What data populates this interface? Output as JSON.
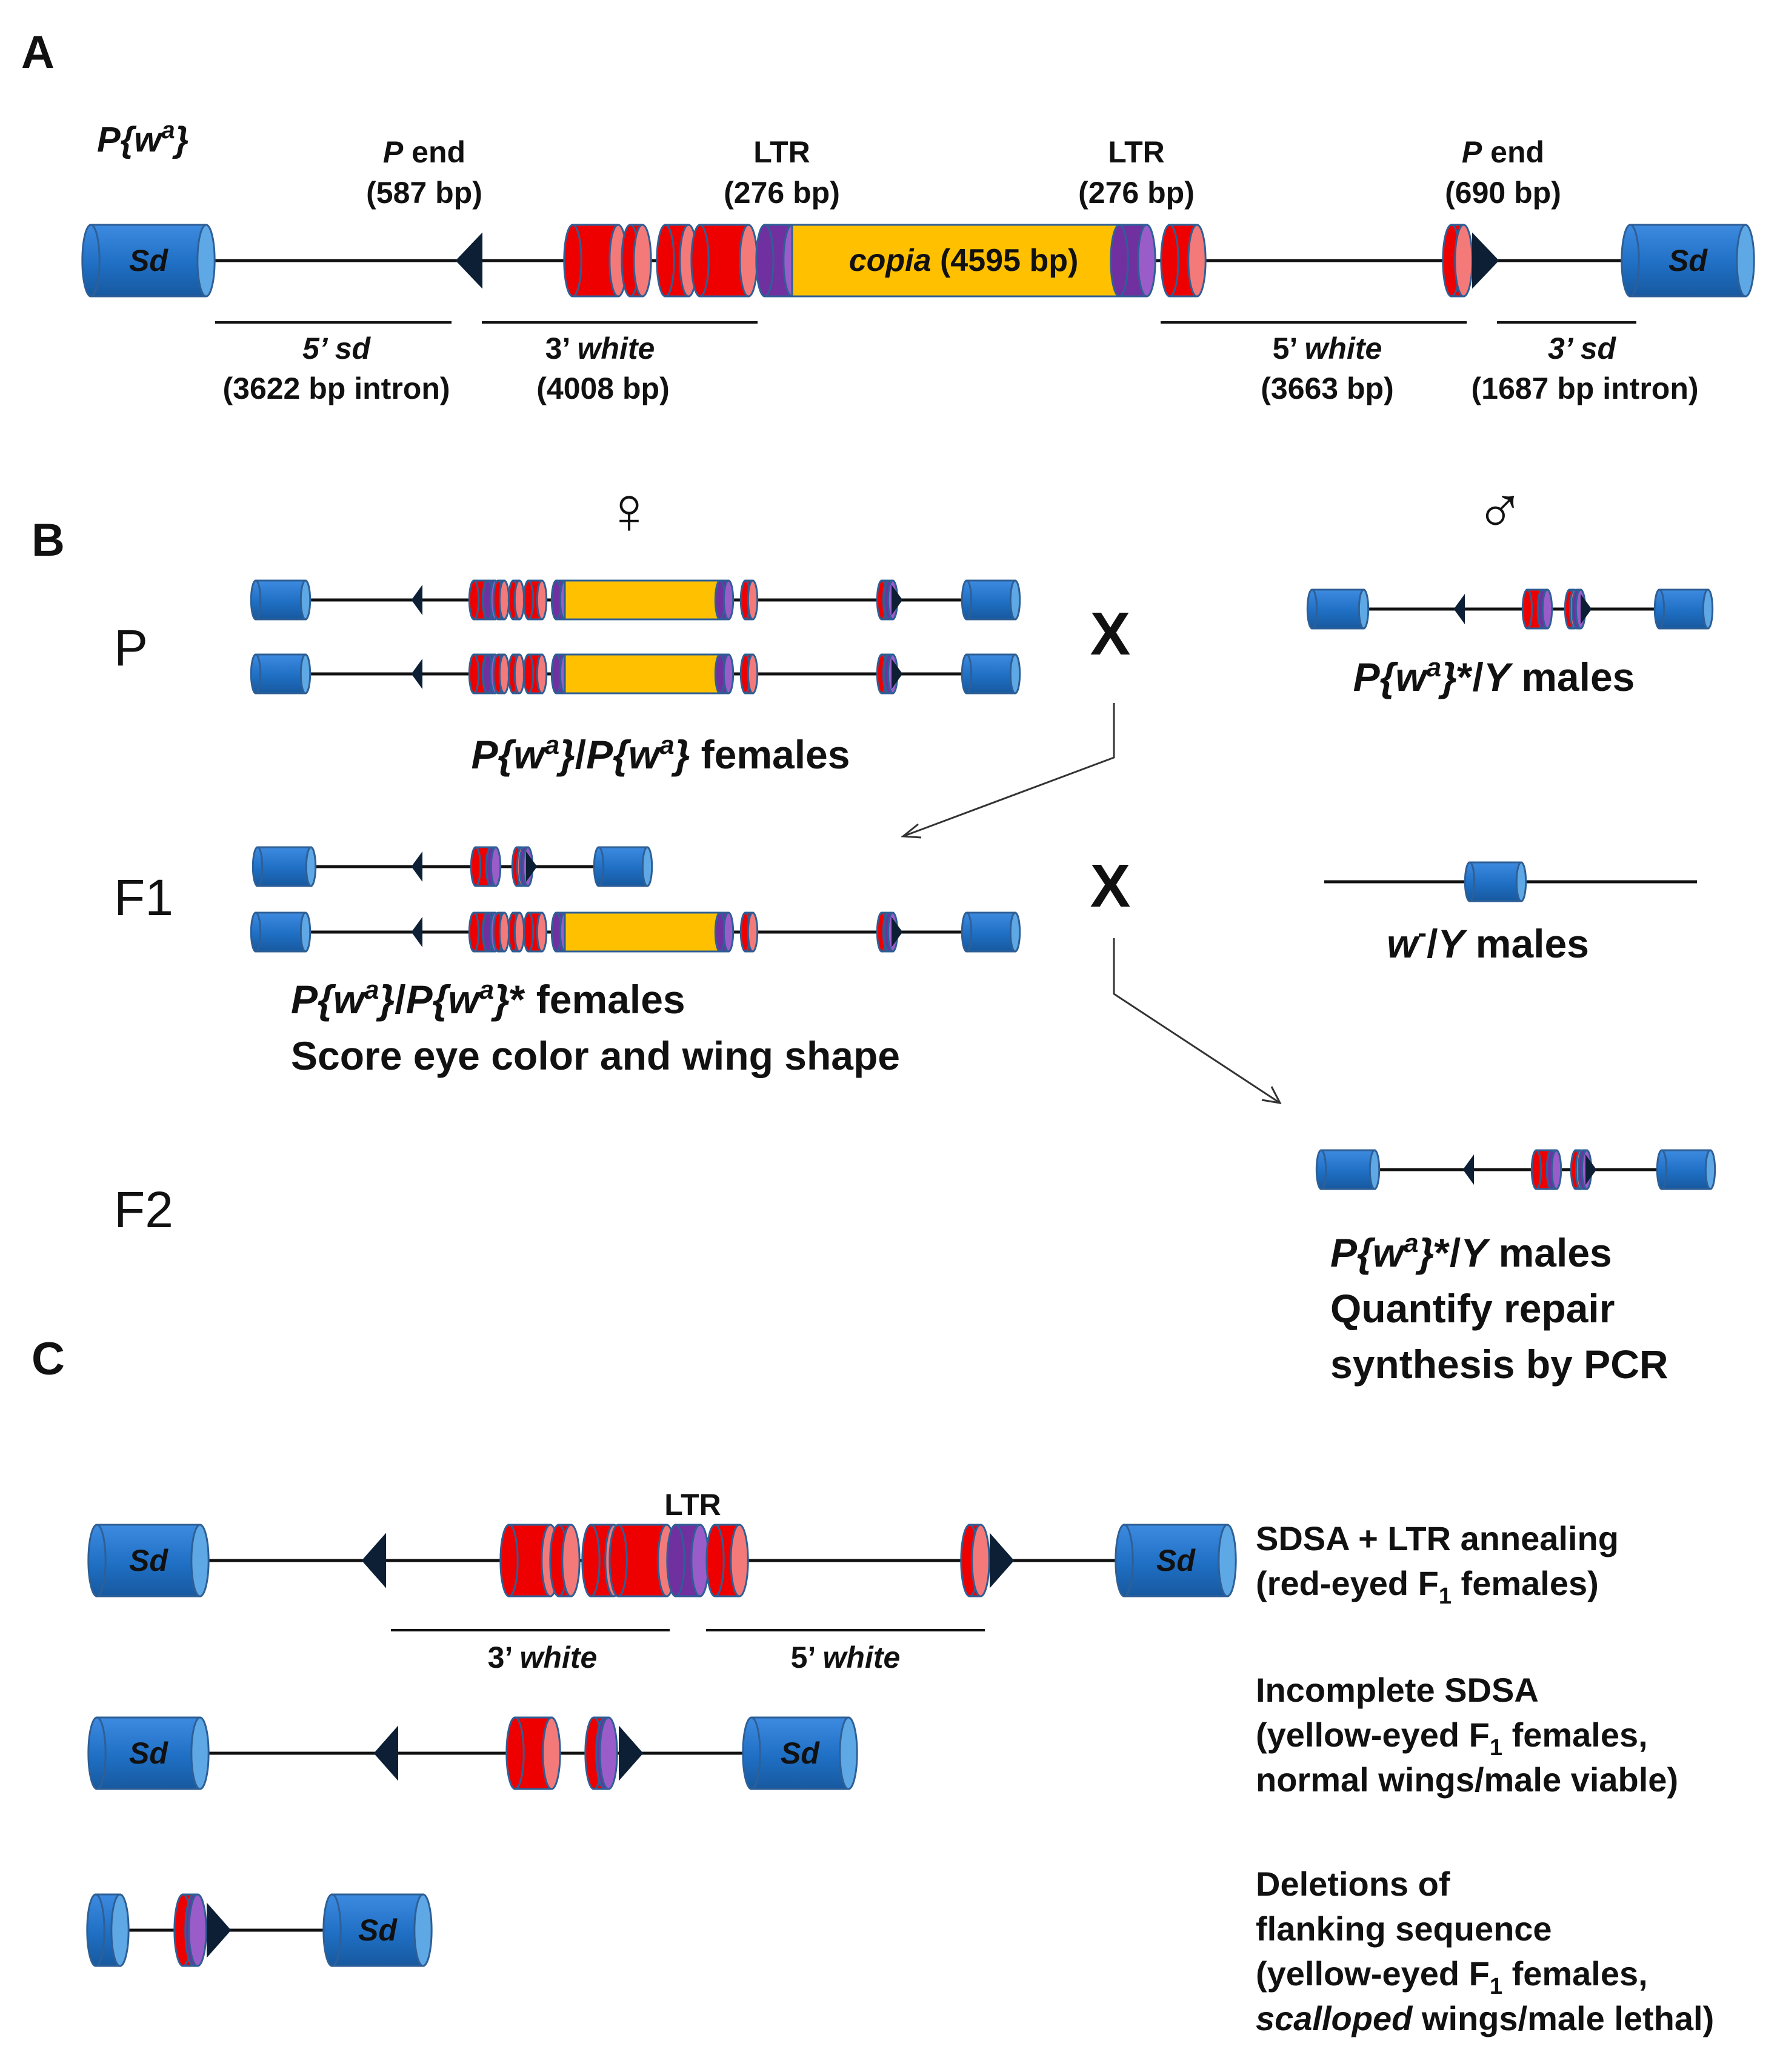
{
  "panels": {
    "a": "A",
    "b": "B",
    "c": "C"
  },
  "panel_a": {
    "construct_name": "P{w",
    "construct_sup": "a",
    "construct_close": "}",
    "sd_label": "Sd",
    "p_end_italic": "P",
    "p_end_word": " end",
    "p_end_left_size": "(587 bp)",
    "p_end_right_size": "(690 bp)",
    "ltr_label": "LTR",
    "ltr_size": "(276 bp)",
    "copia_italic": "copia",
    "copia_size": " (4595 bp)",
    "seg_5sd": "5’ sd",
    "seg_5sd_size": "(3622 bp intron)",
    "seg_3white_num": "3’ ",
    "seg_white": "white",
    "seg_3white_size": "(4008 bp)",
    "seg_5white_num": "5’ ",
    "seg_5white_size": "(3663 bp)",
    "seg_3sd": "3’ sd",
    "seg_3sd_size": "(1687 bp intron)"
  },
  "panel_b": {
    "female_symbol": "♀",
    "male_symbol": "♂",
    "cross_symbol": "X",
    "gen_p": "P",
    "gen_f1": "F1",
    "gen_f2": "F2",
    "pw": "P{w",
    "sup_a": "a",
    "close": "}",
    "slash": "/",
    "star": "*",
    "y": "Y",
    "w": "w",
    "sup_minus": "-",
    "males": " males",
    "females": " females",
    "f1_score": "Score eye color and wing shape",
    "f2_line2": "Quantify repair",
    "f2_line3": "synthesis by PCR"
  },
  "panel_c": {
    "ltr_label": "LTR",
    "seg_3white_num": "3’ ",
    "seg_5white_num": "5’ ",
    "seg_white": "white",
    "row1_line1": "SDSA + LTR annealing",
    "row1_line2_a": "(red-eyed F",
    "row1_sub": "1",
    "row1_line2_b": " females)",
    "row2_line1": "Incomplete SDSA",
    "row2_line2_a": "(yellow-eyed F",
    "row2_sub": "1",
    "row2_line2_b": " females,",
    "row2_line3": "normal wings/male viable)",
    "row3_line1": "Deletions of",
    "row3_line2": "flanking sequence",
    "row3_line3_a": "(yellow-eyed F",
    "row3_sub": "1",
    "row3_line3_b": " females,",
    "row3_line4_italic": "scalloped",
    "row3_line4_rest": " wings/male lethal)"
  },
  "colors": {
    "sd_blue": "#1f6fc4",
    "sd_cap": "#5fa8e6",
    "exon_red": "#ee0000",
    "exon_cap": "#f47a7a",
    "ltr_purple": "#7030a0",
    "copia_yellow": "#ffc000",
    "outline": "#2e5f96",
    "line": "#111111"
  }
}
